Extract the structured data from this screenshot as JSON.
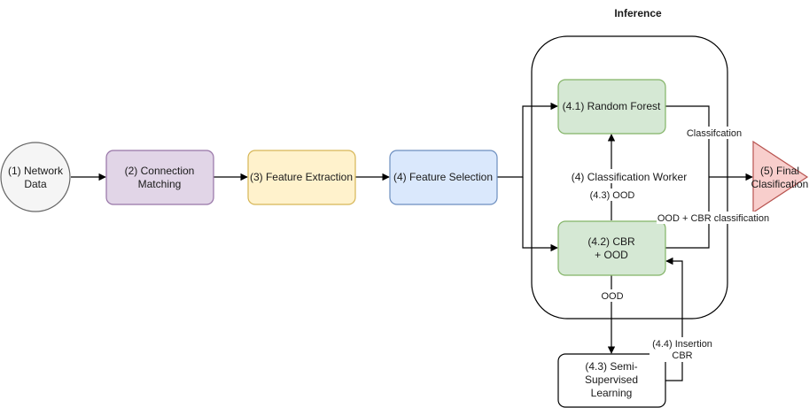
{
  "container_title": "Inference",
  "colors": {
    "network": "#f5f5f5",
    "matching": "#e1d5e7",
    "matching_stroke": "#9673a6",
    "extraction": "#fff2cc",
    "extraction_stroke": "#d6b656",
    "selection": "#dae8fc",
    "selection_stroke": "#6c8ebf",
    "green": "#d5e8d4",
    "green_stroke": "#82b366",
    "final": "#f8cecc",
    "final_stroke": "#b85450"
  },
  "nodes": {
    "network": [
      "(1) Network",
      "Data"
    ],
    "matching": [
      "(2) Connection",
      "Matching"
    ],
    "extraction": [
      "(3) Feature Extraction"
    ],
    "selection": [
      "(4) Feature Selection"
    ],
    "rf": [
      "(4.1) Random Forest"
    ],
    "cbr": [
      "(4.2) CBR",
      "+ OOD"
    ],
    "semi": [
      "(4.3) Semi-",
      "Supervised",
      "Learning"
    ],
    "final": [
      "(5) Final",
      "Clasification"
    ]
  },
  "labels": {
    "worker": "(4) Classification Worker",
    "ood_up": "(4.3) OOD",
    "classification": "Classifcation",
    "ood_cbr": "OOD + CBR classification",
    "ood_down": "OOD",
    "insertion": [
      "(4.4) Insertion",
      "CBR"
    ]
  }
}
